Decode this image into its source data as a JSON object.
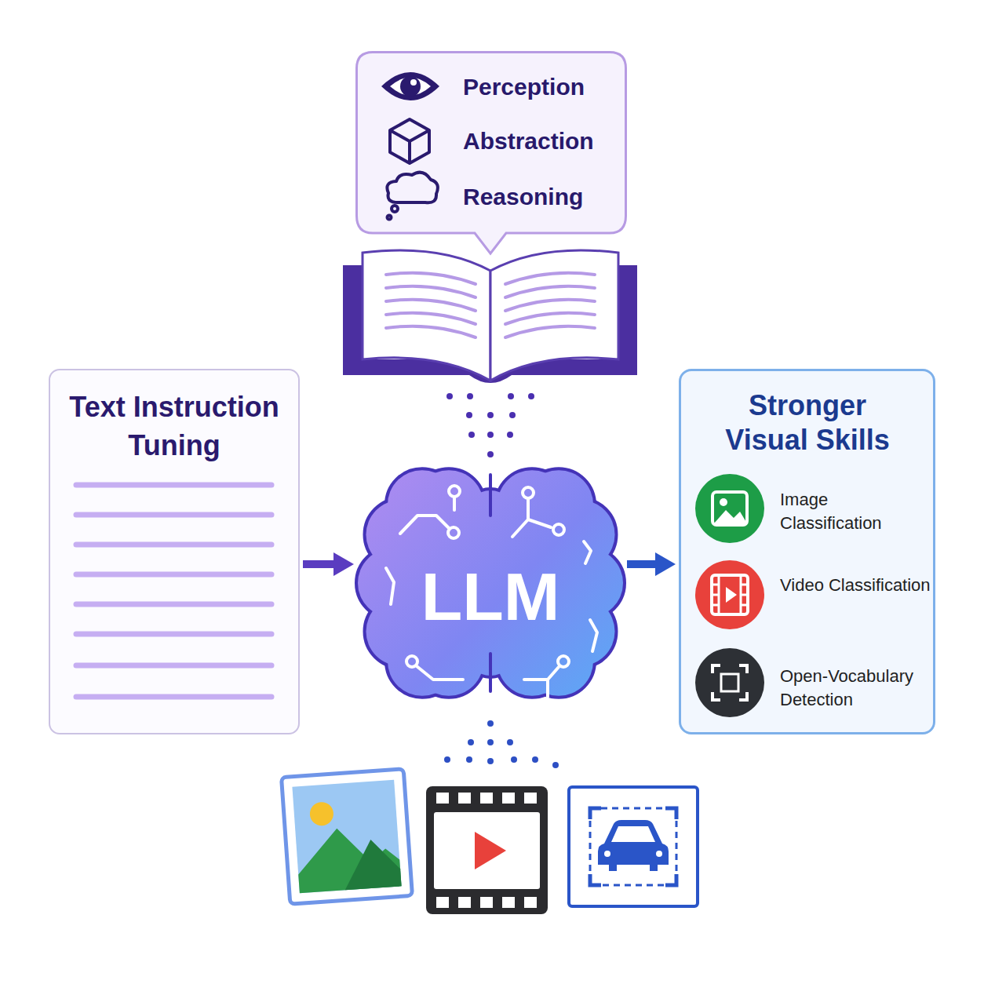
{
  "diagram": {
    "nodes": [
      {
        "text": [
          "Perception",
          "Abstraction",
          "Reasoning"
        ]
      },
      {
        "text": [
          "Text Instruction Tuning"
        ]
      },
      {
        "text": [
          "LLM"
        ]
      },
      {
        "text": [
          "Stronger Visual Skills",
          "Image Classification",
          "Video Classification",
          "Open-Vocabulary Detection"
        ]
      }
    ],
    "edges": [
      {
        "from": 1,
        "to": 2,
        "arrow": "to"
      },
      {
        "from": 2,
        "to": 3,
        "arrow": "to"
      }
    ]
  }
}
